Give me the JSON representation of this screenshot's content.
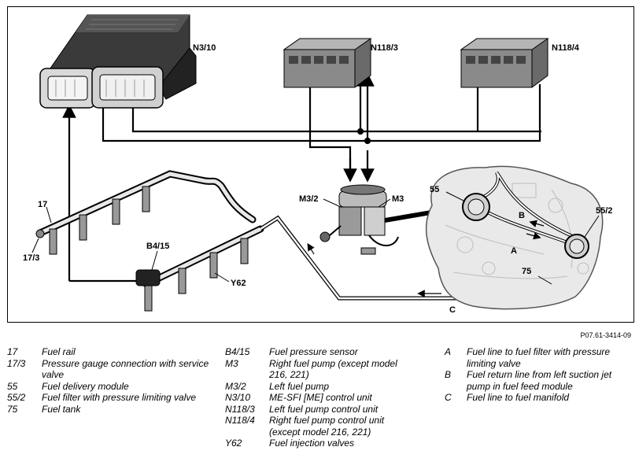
{
  "labels": {
    "n3_10": "N3/10",
    "n118_3": "N118/3",
    "n118_4": "N118/4",
    "m3_2": "M3/2",
    "m3": "M3",
    "c55": "55",
    "c55_2": "55/2",
    "c17": "17",
    "c17_3": "17/3",
    "b4_15": "B4/15",
    "y62": "Y62",
    "line_a": "A",
    "line_b": "B",
    "line_c": "C",
    "c75": "75"
  },
  "figure_ref": "P07.61-3414-09",
  "legend": {
    "col1": [
      {
        "key": "17",
        "text": "Fuel rail"
      },
      {
        "key": "17/3",
        "text": "Pressure gauge connection with service valve"
      },
      {
        "key": "55",
        "text": "Fuel delivery module"
      },
      {
        "key": "55/2",
        "text": "Fuel filter with pressure limiting valve"
      },
      {
        "key": "75",
        "text": "Fuel tank"
      }
    ],
    "col2": [
      {
        "key": "B4/15",
        "text": "Fuel pressure sensor"
      },
      {
        "key": "M3",
        "text": "Right fuel pump (except model 216, 221)"
      },
      {
        "key": "M3/2",
        "text": "Left fuel pump"
      },
      {
        "key": "N3/10",
        "text": "ME-SFI [ME] control unit"
      },
      {
        "key": "N118/3",
        "text": "Left fuel pump control unit"
      },
      {
        "key": "N118/4",
        "text": "Right fuel pump control unit (except model 216, 221)"
      },
      {
        "key": "Y62",
        "text": "Fuel injection valves"
      }
    ],
    "col3": [
      {
        "key": "A",
        "text": "Fuel line to fuel filter with pressure limiting valve"
      },
      {
        "key": "B",
        "text": "Fuel return line from left suction jet pump in fuel feed module"
      },
      {
        "key": "C",
        "text": "Fuel line to fuel manifold"
      }
    ]
  }
}
